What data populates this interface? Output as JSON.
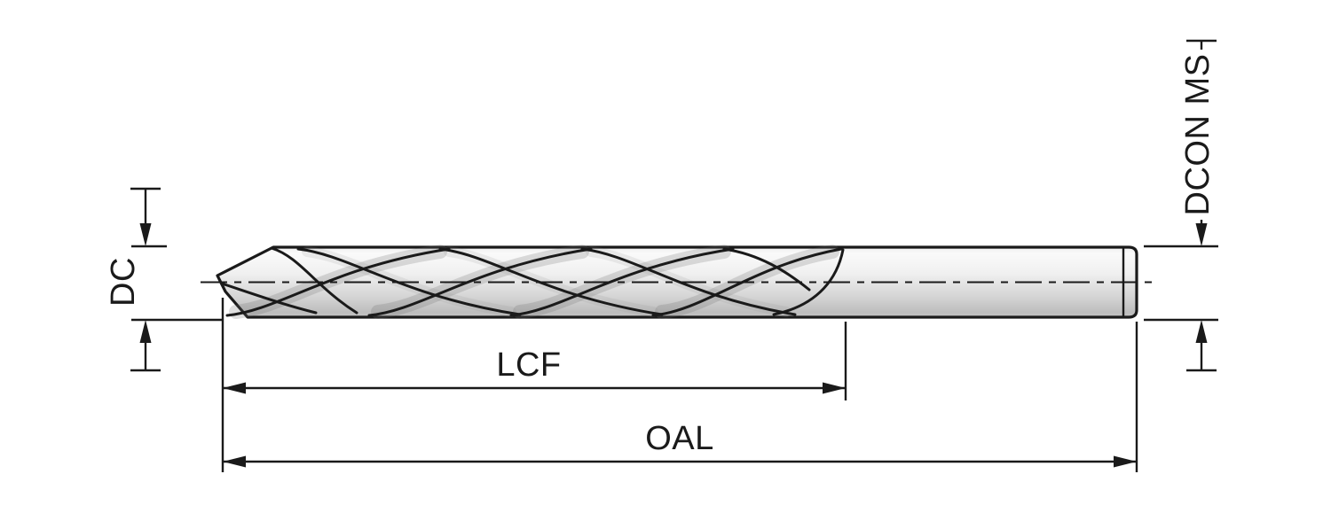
{
  "diagram": {
    "title": "drill-dimension-diagram",
    "labels": {
      "dc": "DC",
      "dcon": "DCON MS",
      "lcf": "LCF",
      "oal": "OAL"
    },
    "colors": {
      "line": "#1a1a1a",
      "background": "#ffffff",
      "metal_light": "#fafafa",
      "metal_mid": "#e0e0e0",
      "metal_dark": "#bdbdbd"
    }
  }
}
